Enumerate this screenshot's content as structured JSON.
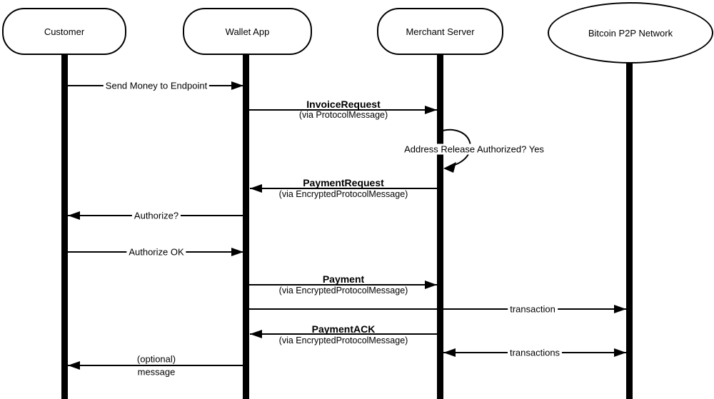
{
  "diagram_type": "sequence-diagram",
  "colors": {
    "line": "#000000",
    "background": "#ffffff",
    "text": "#000000"
  },
  "actors": [
    {
      "label": "Customer",
      "shape": "stadium"
    },
    {
      "label": "Wallet App",
      "shape": "stadium"
    },
    {
      "label": "Merchant Server",
      "shape": "stadium"
    },
    {
      "label": "Bitcoin P2P Network",
      "shape": "ellipse"
    }
  ],
  "messages": [
    {
      "label": "Send Money to Endpoint",
      "from": "Customer",
      "to": "Wallet App"
    },
    {
      "label": "InvoiceRequest",
      "sublabel": "(via ProtocolMessage)",
      "from": "Wallet App",
      "to": "Merchant Server"
    },
    {
      "label": "Address Release Authorized? Yes",
      "from": "Merchant Server",
      "to": "Merchant Server",
      "type": "self-loop"
    },
    {
      "label": "PaymentRequest",
      "sublabel": "(via EncryptedProtocolMessage)",
      "from": "Merchant Server",
      "to": "Wallet App"
    },
    {
      "label": "Authorize?",
      "from": "Wallet App",
      "to": "Customer"
    },
    {
      "label": "Authorize OK",
      "from": "Customer",
      "to": "Wallet App"
    },
    {
      "label": "Payment",
      "sublabel": "(via EncryptedProtocolMessage)",
      "from": "Wallet App",
      "to": "Merchant Server"
    },
    {
      "label": "transaction",
      "from": "Wallet App",
      "to": "Bitcoin P2P Network"
    },
    {
      "label": "PaymentACK",
      "sublabel": "(via EncryptedProtocolMessage)",
      "from": "Merchant Server",
      "to": "Wallet App"
    },
    {
      "label": "transactions",
      "from": "Merchant Server",
      "to": "Bitcoin P2P Network",
      "bidirectional": true
    },
    {
      "label": "(optional)",
      "sublabel": "message",
      "from": "Wallet App",
      "to": "Customer"
    }
  ]
}
